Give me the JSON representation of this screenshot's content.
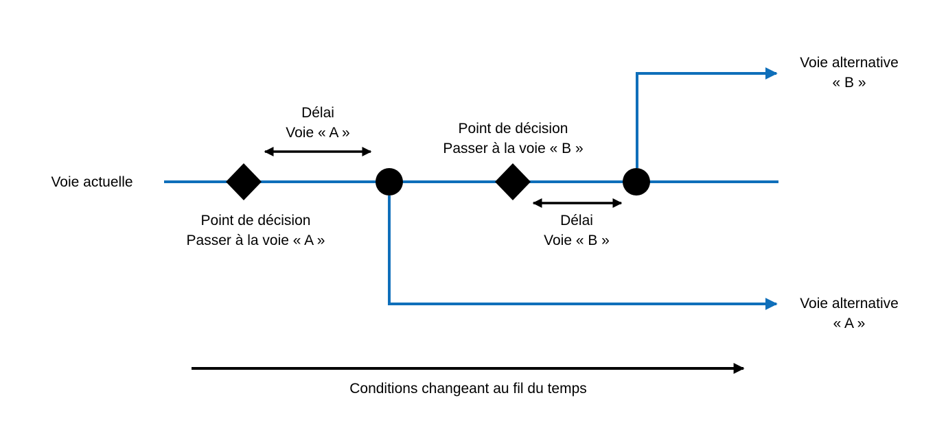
{
  "colors": {
    "path": "#0f6fba",
    "ink": "#000000",
    "background": "#ffffff"
  },
  "labels": {
    "current_path": "Voie actuelle",
    "alt_b": [
      "Voie alternative",
      "« B »"
    ],
    "alt_a": [
      "Voie alternative",
      "« A »"
    ],
    "delay_a": [
      "Délai",
      "Voie « A »"
    ],
    "delay_b": [
      "Délai",
      "Voie « B »"
    ],
    "decision_a": [
      "Point de décision",
      "Passer à la voie « A »"
    ],
    "decision_b": [
      "Point de décision",
      "Passer à la voie « B »"
    ],
    "time_axis": "Conditions changeant au fil du temps"
  },
  "icons": {
    "decision_point": "diamond-icon",
    "switch_point": "filled-circle-icon",
    "direction": "arrowhead-icon"
  }
}
